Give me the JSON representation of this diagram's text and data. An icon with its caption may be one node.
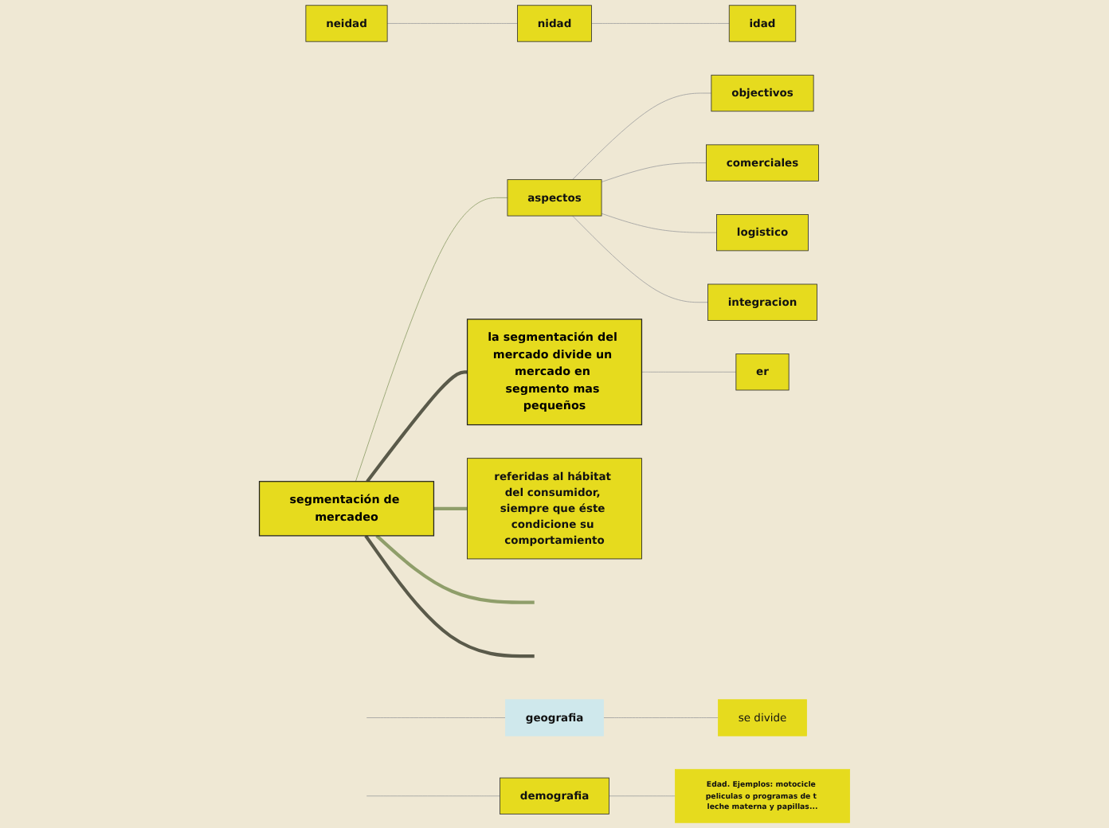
{
  "diagram": {
    "nodes": [
      {
        "text": [
          "segmentación de mercadeo"
        ]
      },
      {
        "text": [
          "aspectos"
        ]
      },
      {
        "text": [
          "objectivos"
        ]
      },
      {
        "text": [
          "comerciales"
        ]
      },
      {
        "text": [
          "logistico"
        ]
      },
      {
        "text": [
          "integracion"
        ]
      },
      {
        "text": [
          "er"
        ]
      },
      {
        "text": [
          "la segmentación del mercado divide un mercado en segmento mas pequeños"
        ]
      },
      {
        "text": [
          "neidad"
        ]
      },
      {
        "text": [
          "nidad"
        ]
      },
      {
        "text": [
          "idad"
        ]
      },
      {
        "text": [
          "referidas al hábitat del consumidor, siempre que éste condicione su comportamiento"
        ]
      },
      {
        "text": [
          "geografia"
        ]
      },
      {
        "text": [
          "se divide"
        ]
      },
      {
        "text": [
          "demografia"
        ]
      },
      {
        "text": [
          "Edad. Ejemplos: motocicle peliculas o programas de t leche materna y papillas..."
        ]
      }
    ],
    "edges": [
      {
        "from": 0,
        "to": 1,
        "arrow": "none",
        "color": "#8f9e6a"
      },
      {
        "from": 1,
        "to": 2,
        "arrow": "none"
      },
      {
        "from": 1,
        "to": 3,
        "arrow": "none"
      },
      {
        "from": 1,
        "to": 4,
        "arrow": "none"
      },
      {
        "from": 1,
        "to": 5,
        "arrow": "none"
      },
      {
        "from": 0,
        "to": 7,
        "arrow": "none",
        "style": "thick",
        "color": "#5a5a4a"
      },
      {
        "from": 7,
        "to": 6,
        "arrow": "none"
      },
      {
        "from": 8,
        "to": 9,
        "arrow": "none"
      },
      {
        "from": 9,
        "to": 10,
        "arrow": "none"
      },
      {
        "from": 0,
        "to": 11,
        "arrow": "none",
        "style": "thick",
        "color": "#8f9e6a"
      },
      {
        "from": 0,
        "to": null,
        "arrow": "none",
        "style": "thick",
        "color": "#8f9e6a"
      },
      {
        "from": 0,
        "to": null,
        "arrow": "none",
        "style": "thick",
        "color": "#5a5a4a"
      },
      {
        "from": null,
        "to": 12,
        "arrow": "none"
      },
      {
        "from": null,
        "to": 14,
        "arrow": "none"
      },
      {
        "from": 12,
        "to": 13,
        "arrow": "none"
      },
      {
        "from": 14,
        "to": 15,
        "arrow": "none"
      }
    ]
  }
}
